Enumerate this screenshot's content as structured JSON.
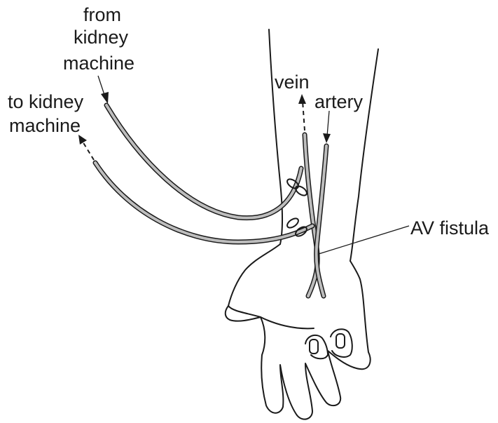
{
  "labels": {
    "from_kidney_machine": [
      "from",
      "kidney",
      "machine"
    ],
    "to_kidney_machine": [
      "to kidney",
      "machine"
    ],
    "vein": "vein",
    "artery": "artery",
    "av_fistula": "AV fistula"
  },
  "colors": {
    "line": "#1a1a1a",
    "tube_fill": "#bdbdbd",
    "background": "#ffffff"
  }
}
